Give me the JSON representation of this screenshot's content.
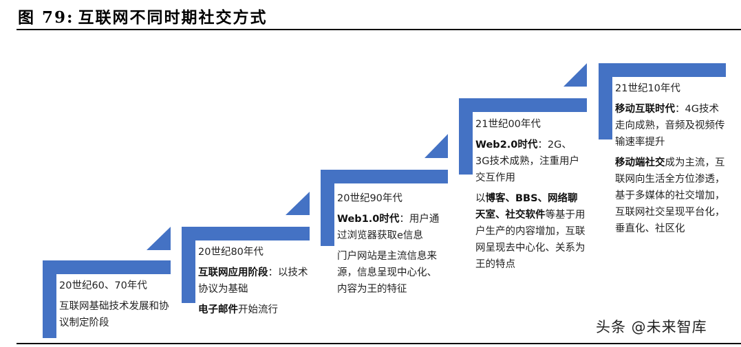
{
  "header": {
    "figure_label": "图",
    "figure_number": "79:",
    "title": "互联网不同时期社交方式"
  },
  "accent_color": "#4472C4",
  "steps": [
    {
      "era": "20世纪60、70年代",
      "paragraphs": [
        {
          "bold": "",
          "text": "互联网基础技术发展和协议制定阶段"
        }
      ]
    },
    {
      "era": "20世纪80年代",
      "paragraphs": [
        {
          "bold": "互联网应用阶段",
          "text": "：以技术协议为基础"
        },
        {
          "bold": "电子邮件",
          "text": "开始流行"
        }
      ]
    },
    {
      "era": "20世纪90年代",
      "paragraphs": [
        {
          "bold": "Web1.0时代",
          "text": "：用户通过浏览器获取e信息"
        },
        {
          "bold": "",
          "text": "门户网站是主流信息来源，信息呈现中心化、内容为王的特征"
        }
      ]
    },
    {
      "era": "21世纪00年代",
      "paragraphs": [
        {
          "bold": "Web2.0时代",
          "text": "：2G、3G技术成熟，注重用户交互作用"
        },
        {
          "pre": "以",
          "bold": "博客、BBS、网络聊天室、社交软件",
          "text": "等基于用户生产的内容增加，互联网呈现去中心化、关系为王的特点"
        }
      ]
    },
    {
      "era": "21世纪10年代",
      "paragraphs": [
        {
          "bold": "移动互联时代",
          "text": "：4G技术走向成熟，音频及视频传输速率提升"
        },
        {
          "bold": "移动端社交",
          "text": "成为主流，互联网向生活全方位渗透，基于多媒体的社交增加，互联网社交呈现平台化，垂直化、社区化"
        }
      ]
    }
  ],
  "watermark": "头条 @未来智库"
}
